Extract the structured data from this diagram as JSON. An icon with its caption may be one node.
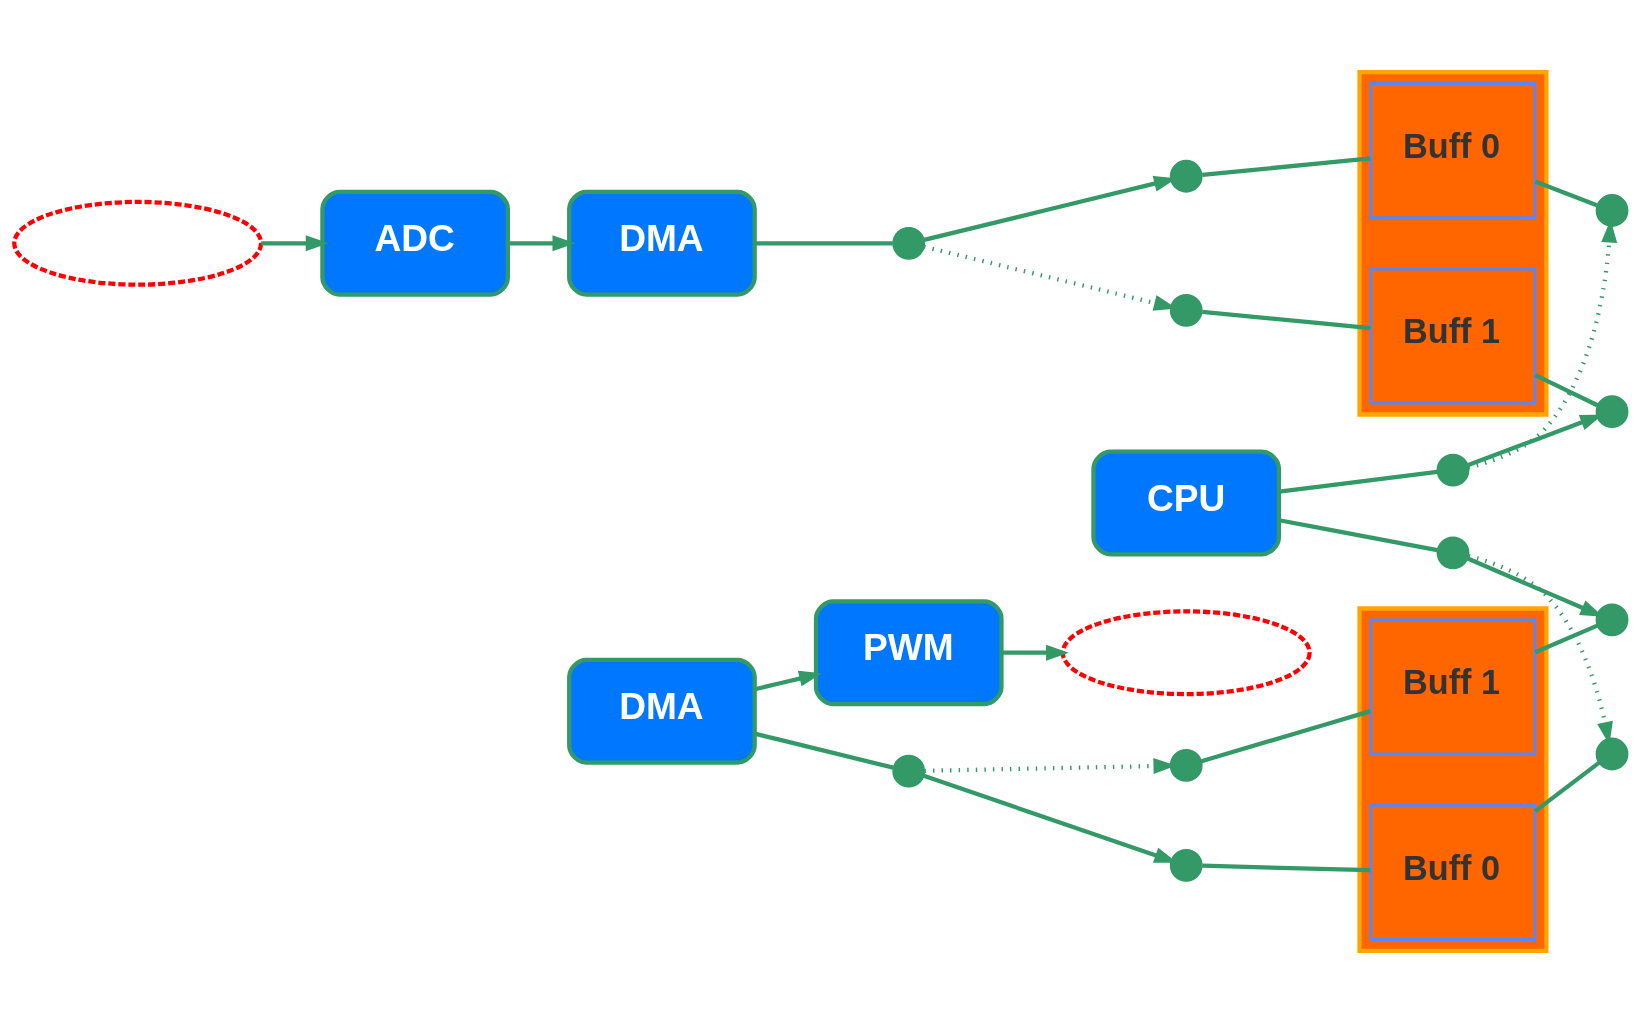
{
  "diagram": {
    "nodes": [
      {
        "text": [],
        "shape": "wave"
      },
      {
        "text": [
          "ADC"
        ]
      },
      {
        "text": [
          "DMA"
        ]
      },
      {
        "text": [],
        "shape": "circle"
      },
      {
        "text": [],
        "shape": "circle"
      },
      {
        "text": [],
        "shape": "circle"
      },
      {
        "text": [],
        "shape": "box"
      },
      {
        "text": [
          "Buff 0"
        ],
        "in": 6
      },
      {
        "text": [
          "Buff 1"
        ],
        "in": 6
      },
      {
        "text": [],
        "shape": "circle"
      },
      {
        "text": [],
        "shape": "circle"
      },
      {
        "text": [],
        "shape": "circle"
      },
      {
        "text": [
          "CPU"
        ]
      },
      {
        "text": [],
        "shape": "circle"
      },
      {
        "text": [],
        "shape": "circle"
      },
      {
        "text": [],
        "shape": "circle"
      },
      {
        "text": [],
        "shape": "box"
      },
      {
        "text": [
          "Buff 0"
        ],
        "in": 16
      },
      {
        "text": [
          "Buff 1"
        ],
        "in": 16
      },
      {
        "text": [],
        "shape": "circle"
      },
      {
        "text": [],
        "shape": "circle"
      },
      {
        "text": [],
        "shape": "circle"
      },
      {
        "text": [
          "DMA"
        ]
      },
      {
        "text": [
          "PWM"
        ]
      },
      {
        "text": [],
        "shape": "wave"
      }
    ],
    "edges": [
      {
        "from": 0,
        "to": 1,
        "arrow": "to"
      },
      {
        "from": 1,
        "to": 2,
        "arrow": "to"
      },
      {
        "from": 2,
        "to": 3,
        "arrow": "none"
      },
      {
        "from": 3,
        "to": 4,
        "arrow": "to"
      },
      {
        "from": 3,
        "to": 5,
        "arrow": "to",
        "style": "dashed"
      },
      {
        "from": 4,
        "to": 7,
        "arrow": "none"
      },
      {
        "from": 5,
        "to": 8,
        "arrow": "none"
      },
      {
        "from": 7,
        "to": 9,
        "arrow": "none"
      },
      {
        "from": 8,
        "to": 10,
        "arrow": "none"
      },
      {
        "from": 11,
        "to": 9,
        "arrow": "to",
        "style": "dashed"
      },
      {
        "from": 11,
        "to": 10,
        "arrow": "to"
      },
      {
        "from": 12,
        "to": 11,
        "arrow": "none"
      },
      {
        "from": 12,
        "to": 13,
        "arrow": "none"
      },
      {
        "from": 13,
        "to": 14,
        "arrow": "to",
        "style": "dashed"
      },
      {
        "from": 13,
        "to": 15,
        "arrow": "to"
      },
      {
        "from": 17,
        "to": 14,
        "arrow": "none"
      },
      {
        "from": 18,
        "to": 15,
        "arrow": "none"
      },
      {
        "from": 19,
        "to": 17,
        "arrow": "none"
      },
      {
        "from": 20,
        "to": 18,
        "arrow": "none"
      },
      {
        "from": 21,
        "to": 19,
        "arrow": "to"
      },
      {
        "from": 21,
        "to": 20,
        "arrow": "to",
        "style": "dashed"
      },
      {
        "from": 22,
        "to": 21,
        "arrow": "none"
      },
      {
        "from": 22,
        "to": 23,
        "arrow": "to"
      },
      {
        "from": 23,
        "to": 24,
        "arrow": "to"
      }
    ]
  }
}
